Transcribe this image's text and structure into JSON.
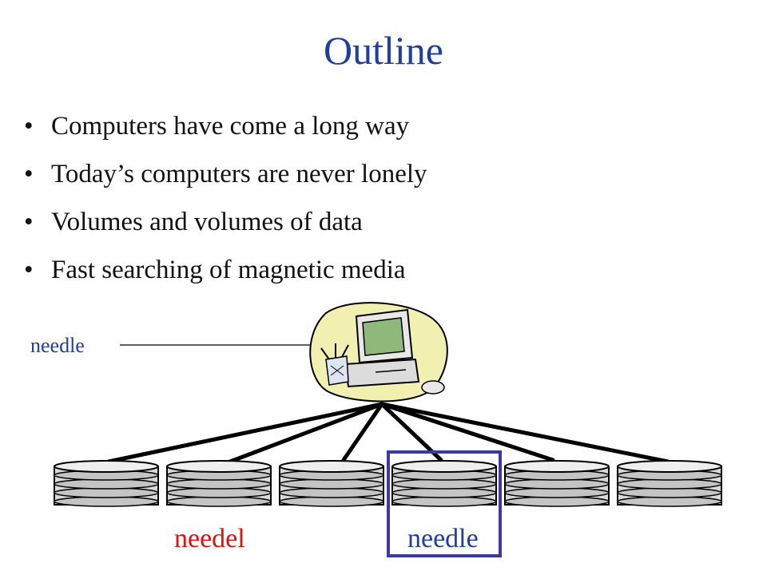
{
  "slide": {
    "title": "Outline",
    "bullets": [
      "Computers have come a long way",
      "Today’s computers are never lonely",
      "Volumes and volumes of data",
      "Fast searching of magnetic media"
    ],
    "bullet_glyph": "•"
  },
  "diagram": {
    "computer_label": "needle",
    "wrong_disk_label": "needel",
    "found_disk_label": "needle",
    "disk_count": 6,
    "highlighted_disk": 4,
    "colors": {
      "title": "#1f3f9f",
      "label_blue": "#1f3f9f",
      "label_red": "#e01010",
      "highlight_box": "#3a3aa0"
    },
    "icons": [
      "computer-clipart-icon",
      "pencil-cup-icon",
      "disk-stack-icon"
    ]
  }
}
